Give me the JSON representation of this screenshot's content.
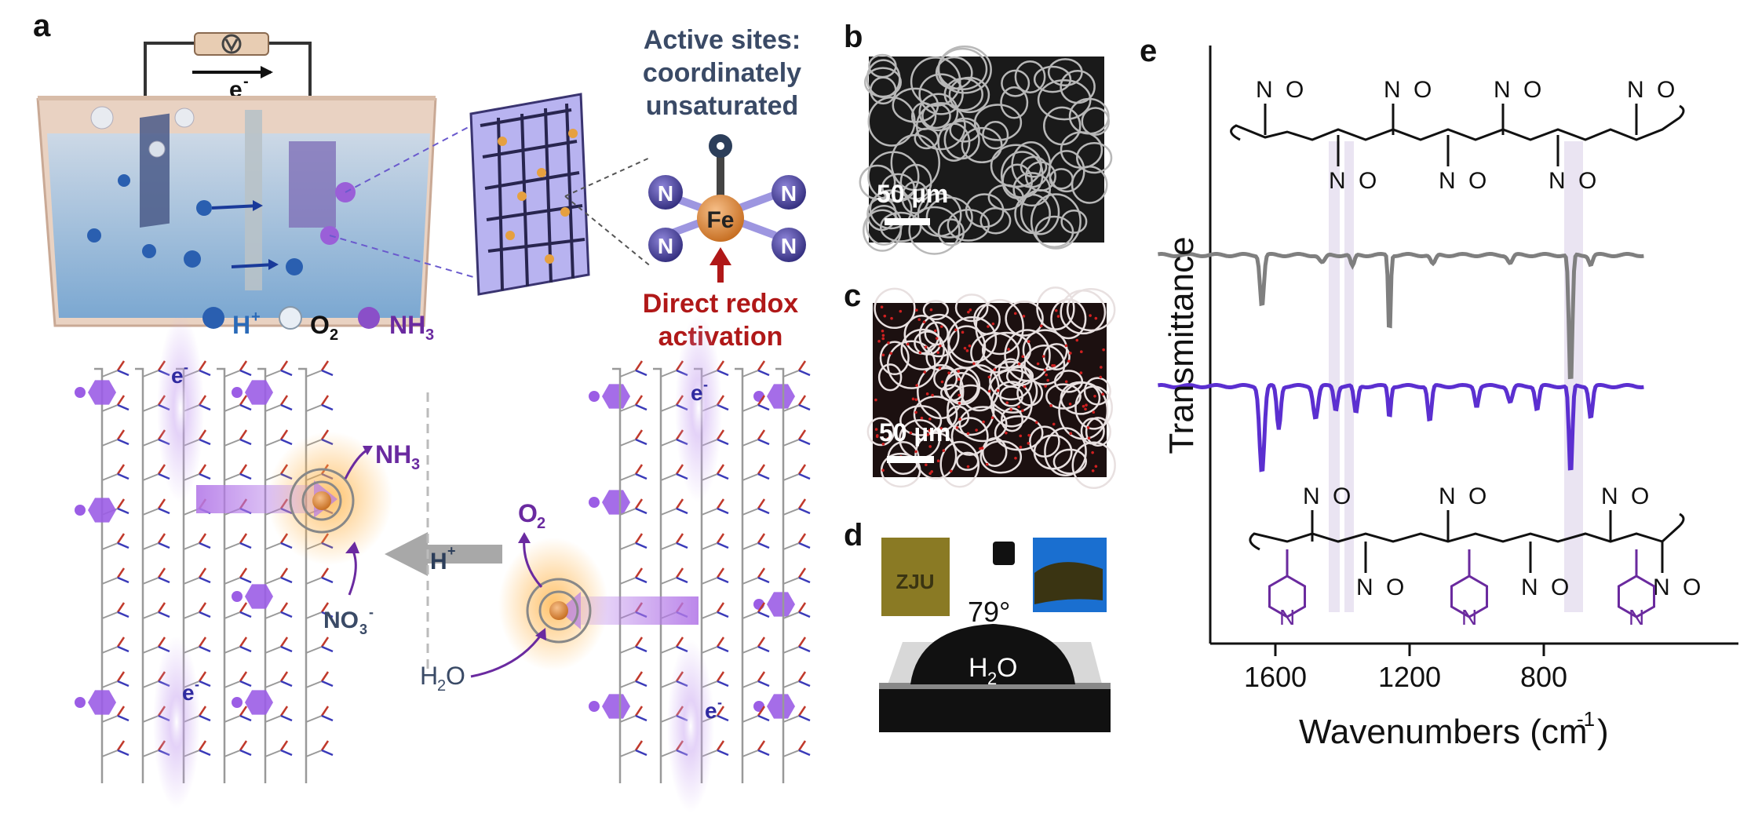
{
  "panels": {
    "a": "a",
    "b": "b",
    "c": "c",
    "d": "d",
    "e": "e"
  },
  "panel_a": {
    "electron": "e",
    "electron_sup": "-",
    "active_sites_line1": "Active sites:",
    "active_sites_line2": "coordinately",
    "active_sites_line3": "unsaturated",
    "fe": "Fe",
    "n": "N",
    "direct_redox_line1": "Direct redox",
    "direct_redox_line2": "activation",
    "legend": {
      "h_plus": "H",
      "h_plus_sup": "+",
      "o2": "O",
      "o2_sub": "2",
      "nh3": "NH",
      "nh3_sub": "3"
    },
    "lower": {
      "nh3": "NH",
      "nh3_sub": "3",
      "no3": "NO",
      "no3_sub": "3",
      "no3_sup": "-",
      "h_plus": "H",
      "h_plus_sup": "+",
      "o2": "O",
      "o2_sub": "2",
      "h2o": "H",
      "h2o_sub": "2",
      "h2o_end": "O",
      "e": "e",
      "e_sup": "-"
    }
  },
  "panel_b": {
    "scale": "50 µm"
  },
  "panel_c": {
    "scale": "50 µm"
  },
  "panel_d": {
    "sample_text": "ZJU",
    "angle": "79°",
    "droplet": "H",
    "droplet_sub": "2",
    "droplet_end": "O"
  },
  "panel_e": {
    "ylabel": "Transmittance",
    "xlabel": "Wavenumbers (cm",
    "xlabel_sup": "-1",
    "xlabel_end": ")",
    "xticks": [
      "1600",
      "1200",
      "800"
    ],
    "top_polymer_n": "N",
    "top_polymer_o": "O",
    "bottom_polymer_n": "N",
    "bottom_polymer_o": "O",
    "colors": {
      "gray": "#7f7f7f",
      "purple": "#5b2fd0",
      "polymer_purple": "#6a2a9e"
    }
  }
}
